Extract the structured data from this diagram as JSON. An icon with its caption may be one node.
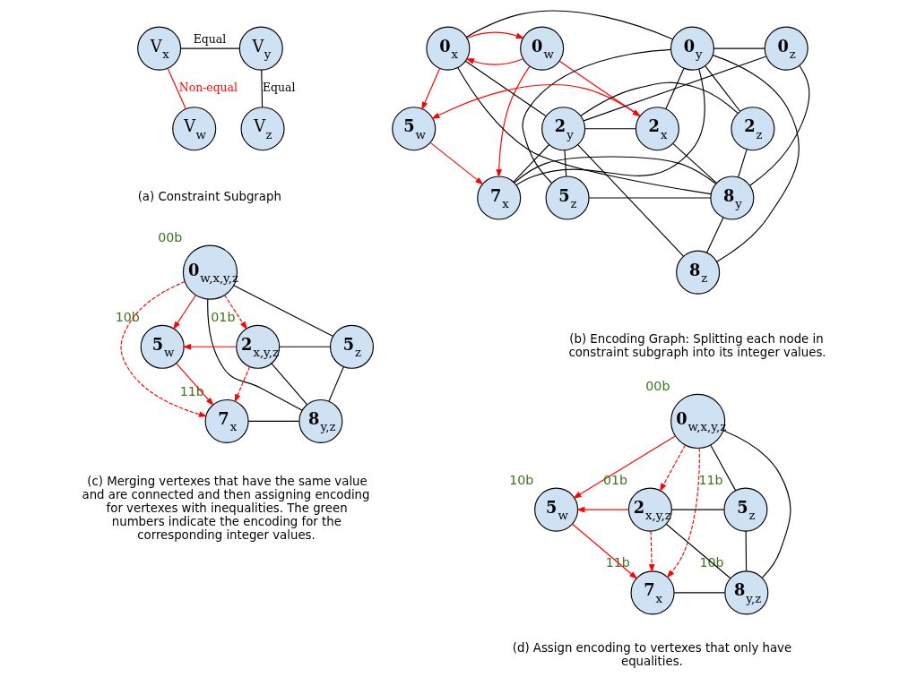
{
  "diagram": {
    "nodes": [
      {
        "text": [
          "V$_{x}$"
        ]
      },
      {
        "text": [
          "V$_{y}$"
        ]
      },
      {
        "text": [
          "V$_{w}$"
        ]
      },
      {
        "text": [
          "V$_{z}$"
        ]
      },
      {
        "text": [
          "0$_{w}$"
        ]
      },
      {
        "text": [
          "0$_{x}$"
        ]
      },
      {
        "text": [
          "0$_{y}$"
        ]
      },
      {
        "text": [
          "0$_{z}$"
        ]
      },
      {
        "text": [
          "5$_{w}$"
        ]
      },
      {
        "text": [
          "2$_{x}$"
        ]
      },
      {
        "text": [
          "2$_{y}$"
        ]
      },
      {
        "text": [
          "2$_{z}$"
        ]
      },
      {
        "text": [
          "7$_{x}$"
        ]
      },
      {
        "text": [
          "8$_{y}$"
        ]
      },
      {
        "text": [
          "5$_{z}$"
        ]
      },
      {
        "text": [
          "8$_{z}$"
        ]
      },
      {
        "text": [
          "0$_{w,x,y,z}$"
        ],
        "beside": [
          "00b"
        ]
      },
      {
        "text": [
          "5$_{w}$"
        ],
        "beside": [
          "10b"
        ]
      },
      {
        "text": [
          "2$_{x,y,z}$"
        ],
        "beside": [
          "01b"
        ]
      },
      {
        "text": [
          "5$_{z}$"
        ]
      },
      {
        "text": [
          "7$_{x}$"
        ],
        "beside": [
          "11b"
        ]
      },
      {
        "text": [
          "8$_{y,z}$"
        ]
      },
      {
        "text": [
          "0$_{w,x,y,z}$"
        ],
        "beside": [
          "00b"
        ]
      },
      {
        "text": [
          "5$_{w}$"
        ],
        "beside": [
          "10b"
        ]
      },
      {
        "text": [
          "2$_{x,y,z}$"
        ],
        "beside": [
          "01b"
        ]
      },
      {
        "text": [
          "5$_{z}$"
        ],
        "beside": [
          "11b"
        ]
      },
      {
        "text": [
          "7$_{x}$"
        ],
        "beside": [
          "11b"
        ]
      },
      {
        "text": [
          "8$_{y,z}$"
        ],
        "beside": [
          "10b"
        ]
      }
    ],
    "edges": [
      {
        "from": 0,
        "to": 1,
        "arrow": "none",
        "label": "Equal"
      },
      {
        "from": 0,
        "to": 2,
        "arrow": "none",
        "label": "Non-equal",
        "color": "#ff0000"
      },
      {
        "from": 1,
        "to": 3,
        "arrow": "none",
        "label": "Equal"
      },
      {
        "from": 4,
        "to": 5,
        "arrow": "to",
        "color": "#ff0000"
      },
      {
        "from": 5,
        "to": 4,
        "arrow": "to",
        "color": "#ff0000"
      },
      {
        "from": 5,
        "to": 8,
        "arrow": "to",
        "color": "#ff0000"
      },
      {
        "from": 4,
        "to": 9,
        "arrow": "to",
        "color": "#ff0000"
      },
      {
        "from": 4,
        "to": 12,
        "arrow": "to",
        "color": "#ff0000"
      },
      {
        "from": 9,
        "to": 8,
        "arrow": "to",
        "color": "#ff0000"
      },
      {
        "from": 8,
        "to": 12,
        "arrow": "to",
        "color": "#ff0000"
      },
      {
        "from": 5,
        "to": 6,
        "arrow": "none"
      },
      {
        "from": 5,
        "to": 10,
        "arrow": "none"
      },
      {
        "from": 5,
        "to": 13,
        "arrow": "none"
      },
      {
        "from": 9,
        "to": 6,
        "arrow": "none"
      },
      {
        "from": 9,
        "to": 10,
        "arrow": "none"
      },
      {
        "from": 9,
        "to": 13,
        "arrow": "none"
      },
      {
        "from": 12,
        "to": 6,
        "arrow": "none"
      },
      {
        "from": 12,
        "to": 10,
        "arrow": "none"
      },
      {
        "from": 12,
        "to": 13,
        "arrow": "none"
      },
      {
        "from": 6,
        "to": 7,
        "arrow": "none"
      },
      {
        "from": 6,
        "to": 11,
        "arrow": "none"
      },
      {
        "from": 6,
        "to": 14,
        "arrow": "none"
      },
      {
        "from": 6,
        "to": 15,
        "arrow": "none"
      },
      {
        "from": 10,
        "to": 7,
        "arrow": "none"
      },
      {
        "from": 10,
        "to": 11,
        "arrow": "none"
      },
      {
        "from": 10,
        "to": 14,
        "arrow": "none"
      },
      {
        "from": 10,
        "to": 15,
        "arrow": "none"
      },
      {
        "from": 13,
        "to": 7,
        "arrow": "none"
      },
      {
        "from": 13,
        "to": 11,
        "arrow": "none"
      },
      {
        "from": 13,
        "to": 14,
        "arrow": "none"
      },
      {
        "from": 13,
        "to": 15,
        "arrow": "none"
      },
      {
        "from": 16,
        "to": 17,
        "arrow": "to",
        "color": "#ff0000"
      },
      {
        "from": 16,
        "to": 18,
        "arrow": "to",
        "style": "dashed",
        "color": "#ff0000"
      },
      {
        "from": 16,
        "to": 20,
        "arrow": "to",
        "style": "dashed",
        "color": "#ff0000"
      },
      {
        "from": 18,
        "to": 17,
        "arrow": "to",
        "color": "#ff0000"
      },
      {
        "from": 18,
        "to": 20,
        "arrow": "to",
        "style": "dashed",
        "color": "#ff0000"
      },
      {
        "from": 17,
        "to": 20,
        "arrow": "to",
        "color": "#ff0000"
      },
      {
        "from": 16,
        "to": 19,
        "arrow": "none"
      },
      {
        "from": 16,
        "to": 21,
        "arrow": "none"
      },
      {
        "from": 18,
        "to": 19,
        "arrow": "none"
      },
      {
        "from": 18,
        "to": 21,
        "arrow": "none"
      },
      {
        "from": 20,
        "to": 21,
        "arrow": "none"
      },
      {
        "from": 19,
        "to": 21,
        "arrow": "none"
      },
      {
        "from": 22,
        "to": 23,
        "arrow": "to",
        "color": "#ff0000"
      },
      {
        "from": 22,
        "to": 24,
        "arrow": "to",
        "style": "dashed",
        "color": "#ff0000"
      },
      {
        "from": 22,
        "to": 26,
        "arrow": "to",
        "style": "dashed",
        "color": "#ff0000"
      },
      {
        "from": 24,
        "to": 23,
        "arrow": "to",
        "color": "#ff0000"
      },
      {
        "from": 24,
        "to": 26,
        "arrow": "to",
        "style": "dashed",
        "color": "#ff0000"
      },
      {
        "from": 23,
        "to": 26,
        "arrow": "to",
        "color": "#ff0000"
      },
      {
        "from": 22,
        "to": 25,
        "arrow": "none"
      },
      {
        "from": 22,
        "to": 27,
        "arrow": "none"
      },
      {
        "from": 24,
        "to": 25,
        "arrow": "none"
      },
      {
        "from": 24,
        "to": 27,
        "arrow": "none"
      },
      {
        "from": 26,
        "to": 27,
        "arrow": "none"
      },
      {
        "from": 25,
        "to": 27,
        "arrow": "none"
      }
    ],
    "labels": [
      "(a) Constraint Subgraph",
      "(b) Encoding Graph: Splitting each node in constraint subgraph into its integer values.",
      "(c) Merging vertexes that have the same value and are connected and then assigning encoding for vertexes with inequalities. The green numbers indicate the encoding for the corresponding integer values.",
      "(d) Assign encoding to vertexes that only have equalities."
    ]
  }
}
